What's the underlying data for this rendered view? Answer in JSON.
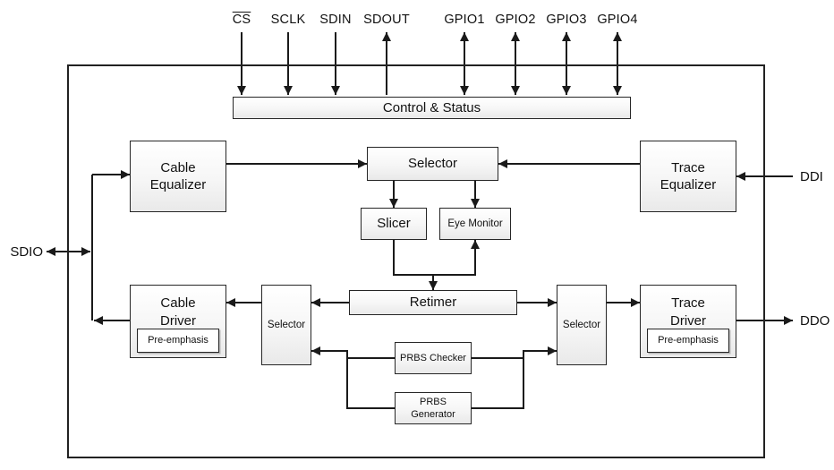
{
  "pins": {
    "top": [
      {
        "label": "CS",
        "direction": "input"
      },
      {
        "label": "SCLK",
        "direction": "input"
      },
      {
        "label": "SDIN",
        "direction": "input"
      },
      {
        "label": "SDOUT",
        "direction": "output"
      },
      {
        "label": "GPIO1",
        "direction": "bidirectional"
      },
      {
        "label": "GPIO2",
        "direction": "bidirectional"
      },
      {
        "label": "GPIO3",
        "direction": "bidirectional"
      },
      {
        "label": "GPIO4",
        "direction": "bidirectional"
      }
    ],
    "left": [
      {
        "label": "SDIO",
        "direction": "bidirectional"
      }
    ],
    "right": [
      {
        "label": "DDI",
        "direction": "input"
      },
      {
        "label": "DDO",
        "direction": "output"
      }
    ]
  },
  "blocks": {
    "control_status": "Control & Status",
    "cable_equalizer": "Cable\nEqualizer",
    "selector_input": "Selector",
    "trace_equalizer": "Trace\nEqualizer",
    "slicer": "Slicer",
    "eye_monitor": "Eye Monitor",
    "retimer": "Retimer",
    "selector_output_left": "Selector",
    "selector_output_right": "Selector",
    "cable_driver": "Cable\nDriver",
    "cable_driver_pre_emphasis": "Pre-emphasis",
    "trace_driver": "Trace\nDriver",
    "trace_driver_pre_emphasis": "Pre-emphasis",
    "prbs_checker": "PRBS Checker",
    "prbs_generator": "PRBS\nGenerator"
  },
  "colors": {
    "line": "#1a1a1a",
    "box_border": "#262626",
    "background": "#ffffff"
  }
}
